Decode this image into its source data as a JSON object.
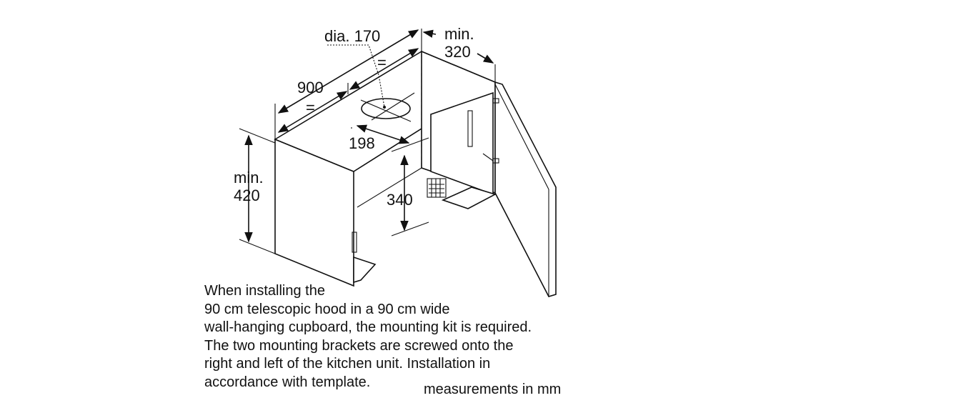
{
  "diagram": {
    "labels": {
      "dia": "dia. 170",
      "min320": {
        "line1": "min.",
        "line2": "320"
      },
      "width_900": "900",
      "equal_top": "=",
      "equal_left": "=",
      "offset_198": "198",
      "min420": {
        "line1": "min.",
        "line2": "420"
      },
      "height_340": "340"
    }
  },
  "note": {
    "lines": [
      "When installing the",
      "90 cm telescopic hood in a 90 cm wide",
      "wall-hanging cupboard, the mounting kit is required.",
      "The two mounting brackets are screwed onto the",
      "right and left of the kitchen unit. Installation in",
      "accordance with template."
    ],
    "units": "measurements in mm"
  }
}
